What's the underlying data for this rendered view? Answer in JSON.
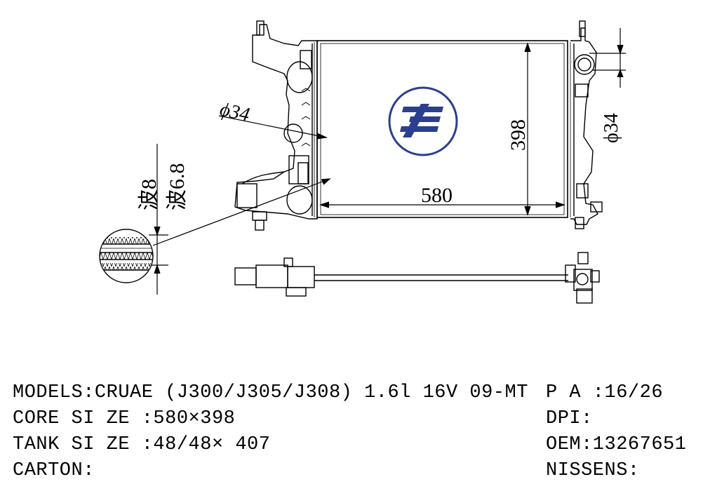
{
  "dimensions": {
    "diameter_top": "ϕ34",
    "diameter_side": "ϕ34",
    "height": "398",
    "width": "580",
    "wave_outer": "波8",
    "wave_inner": "波6.8"
  },
  "specs": {
    "models": "MODELS:CRUAE (J300/J305/J308) 1.6l 16V 09-MT",
    "core_size": "CORE SI ZE :580×398",
    "tank_size": "TANK SI ZE :48/48× 407",
    "carton": "CARTON:",
    "pa": "P A :16/26",
    "dpi": "DPI:",
    "oem": "OEM:13267651",
    "nissens": "NISSENS:"
  },
  "colors": {
    "line": "#000000",
    "logo": "#2a3f8f"
  }
}
